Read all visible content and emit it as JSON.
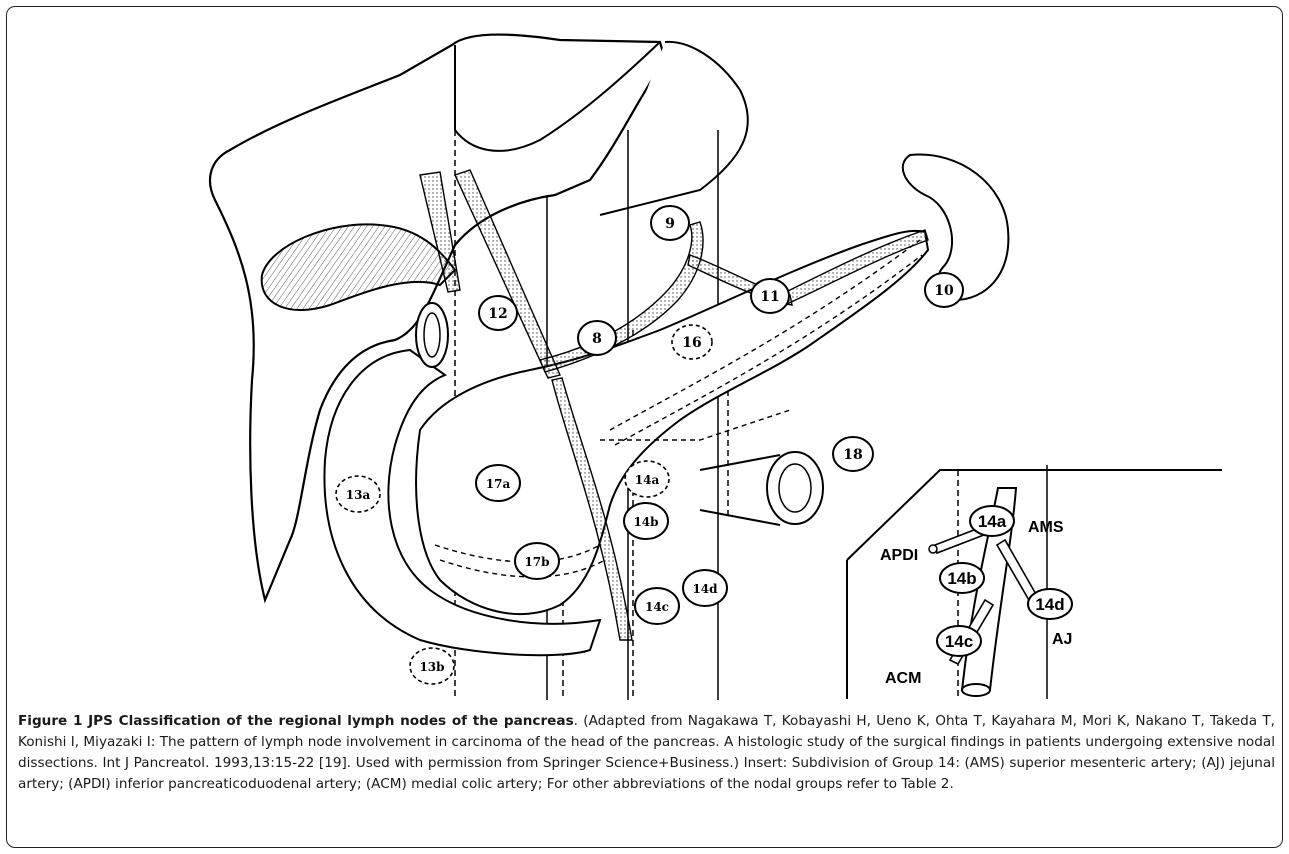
{
  "figure": {
    "nodes": [
      {
        "id": "n9",
        "label": "9",
        "dashed": false
      },
      {
        "id": "n10",
        "label": "10",
        "dashed": false
      },
      {
        "id": "n11",
        "label": "11",
        "dashed": false
      },
      {
        "id": "n12",
        "label": "12",
        "dashed": false
      },
      {
        "id": "n8",
        "label": "8",
        "dashed": false
      },
      {
        "id": "n16",
        "label": "16",
        "dashed": true
      },
      {
        "id": "n18",
        "label": "18",
        "dashed": false
      },
      {
        "id": "n13a",
        "label": "13a",
        "dashed": true
      },
      {
        "id": "n13b",
        "label": "13b",
        "dashed": true
      },
      {
        "id": "n17a",
        "label": "17a",
        "dashed": false
      },
      {
        "id": "n17b",
        "label": "17b",
        "dashed": false
      },
      {
        "id": "n14a",
        "label": "14a",
        "dashed": true
      },
      {
        "id": "n14b",
        "label": "14b",
        "dashed": false
      },
      {
        "id": "n14c",
        "label": "14c",
        "dashed": false
      },
      {
        "id": "n14d",
        "label": "14d",
        "dashed": false
      }
    ],
    "insert": {
      "nodes": [
        "14a",
        "14b",
        "14c",
        "14d"
      ],
      "labels": {
        "ams": "AMS",
        "apdi": "APDI",
        "aj": "AJ",
        "acm": "ACM"
      }
    }
  },
  "caption": {
    "title": "Figure 1 JPS Classification of the regional lymph nodes of the pancreas",
    "body": ". (Adapted from Nagakawa T, Kobayashi H, Ueno K, Ohta T, Kayahara M, Mori K, Nakano T, Takeda T, Konishi I, Miyazaki I: The pattern of lymph node involvement in carcinoma of the head of the pancreas. A histologic study of the surgical findings in patients undergoing extensive nodal dissections. Int J Pancreatol. 1993,13:15-22 [19]. Used with permission from Springer Science+Business.) Insert: Subdivision of Group 14: (AMS) superior mesenteric artery; (AJ) jejunal artery; (APDI) inferior pancreaticoduodenal artery; (ACM) medial colic artery; For other abbreviations of the nodal groups refer to Table 2."
  }
}
